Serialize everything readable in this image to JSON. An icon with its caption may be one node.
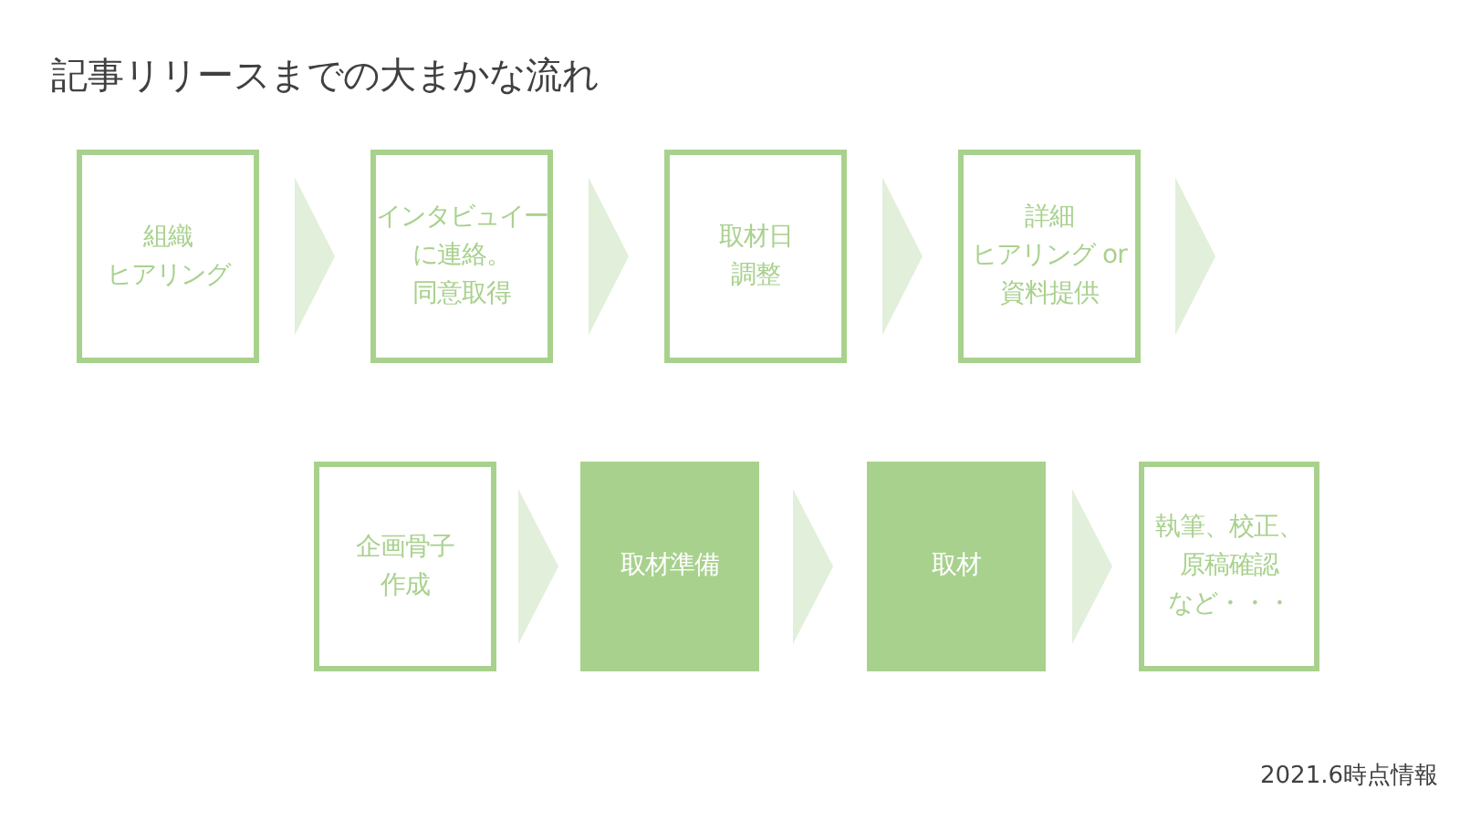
{
  "diagram": {
    "title": "記事リリースまでの大まかな流れ",
    "nodes": [
      {
        "text": [
          "組織ヒアリング"
        ]
      },
      {
        "text": [
          "インタビュイーに連絡。同意取得"
        ]
      },
      {
        "text": [
          "取材日調整"
        ]
      },
      {
        "text": [
          "詳細ヒアリング or 資料提供"
        ]
      },
      {
        "text": [
          "企画骨子作成"
        ]
      },
      {
        "text": [
          "取材準備"
        ]
      },
      {
        "text": [
          "取材"
        ]
      },
      {
        "text": [
          "執筆、校正、原稿確認など・・・"
        ]
      }
    ],
    "edges": [
      {
        "from": 0,
        "to": 1,
        "arrow": "to"
      },
      {
        "from": 1,
        "to": 2,
        "arrow": "to"
      },
      {
        "from": 2,
        "to": 3,
        "arrow": "to"
      },
      {
        "from": 3,
        "to": null,
        "arrow": "to"
      },
      {
        "from": 4,
        "to": 5,
        "arrow": "to"
      },
      {
        "from": 5,
        "to": 6,
        "arrow": "to"
      },
      {
        "from": 6,
        "to": 7,
        "arrow": "to"
      }
    ],
    "labels": [
      "2021.6時点情報"
    ]
  }
}
